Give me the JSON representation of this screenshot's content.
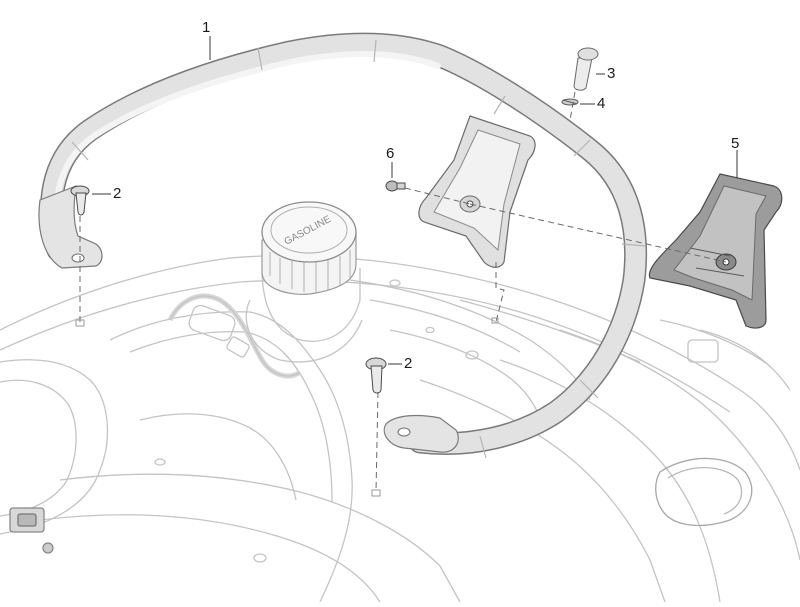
{
  "diagram": {
    "callouts": [
      {
        "id": "c1",
        "label": "1"
      },
      {
        "id": "c2a",
        "label": "2"
      },
      {
        "id": "c2b",
        "label": "2"
      },
      {
        "id": "c3",
        "label": "3"
      },
      {
        "id": "c4",
        "label": "4"
      },
      {
        "id": "c5",
        "label": "5"
      },
      {
        "id": "c6",
        "label": "6"
      }
    ],
    "cap_text": "GASOLINE",
    "colors": {
      "line": "#9a9a9a",
      "light_line": "#c8c8c8",
      "part_fill": "#dcdcdc",
      "part_dark": "#a8a8a8",
      "text": "#1a1a1a"
    }
  }
}
